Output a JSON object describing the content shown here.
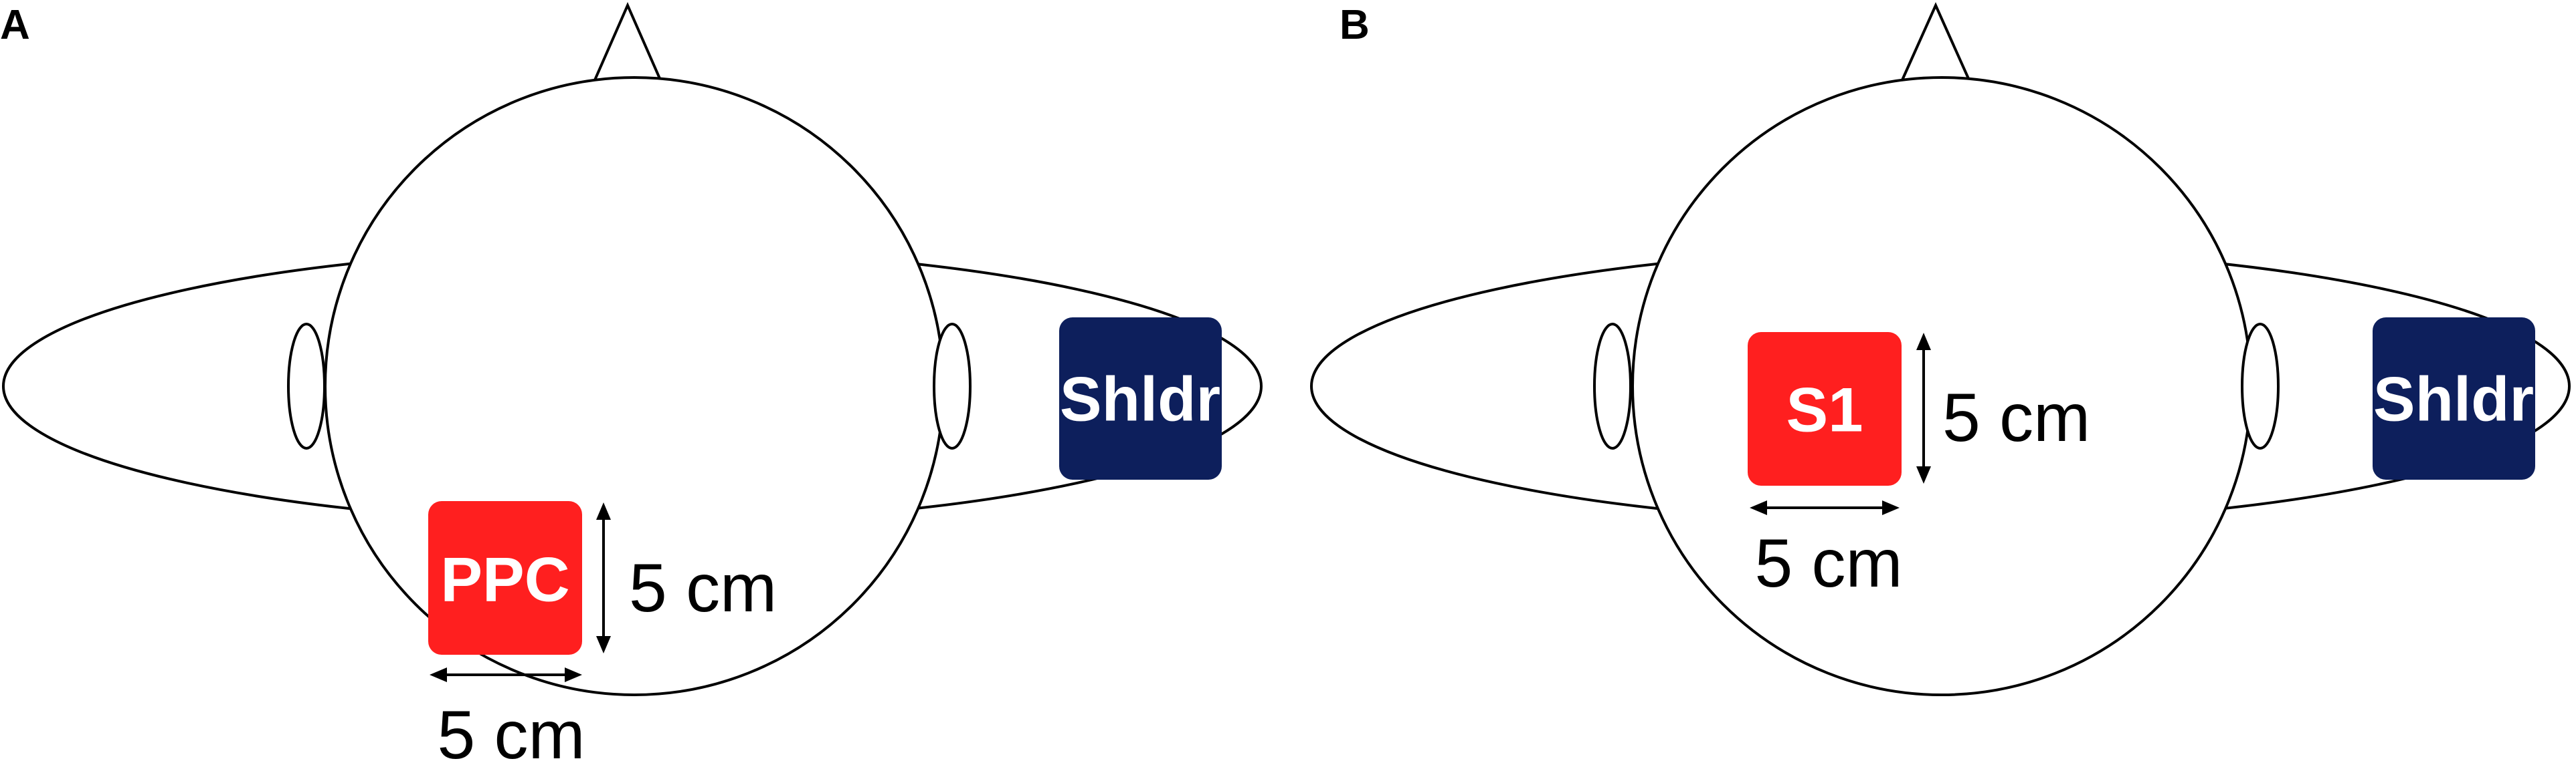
{
  "panels": [
    {
      "letter": "A",
      "active_electrode": {
        "label": "PPC",
        "color": "#ff1f1f"
      },
      "reference_electrode": {
        "label": "Shldr",
        "color": "#0d1f5c"
      },
      "height_label": "5 cm",
      "width_label": "5 cm"
    },
    {
      "letter": "B",
      "active_electrode": {
        "label": "S1",
        "color": "#ff1f1f"
      },
      "reference_electrode": {
        "label": "Shldr",
        "color": "#0d1f5c"
      },
      "height_label": "5 cm",
      "width_label": "5 cm"
    }
  ]
}
